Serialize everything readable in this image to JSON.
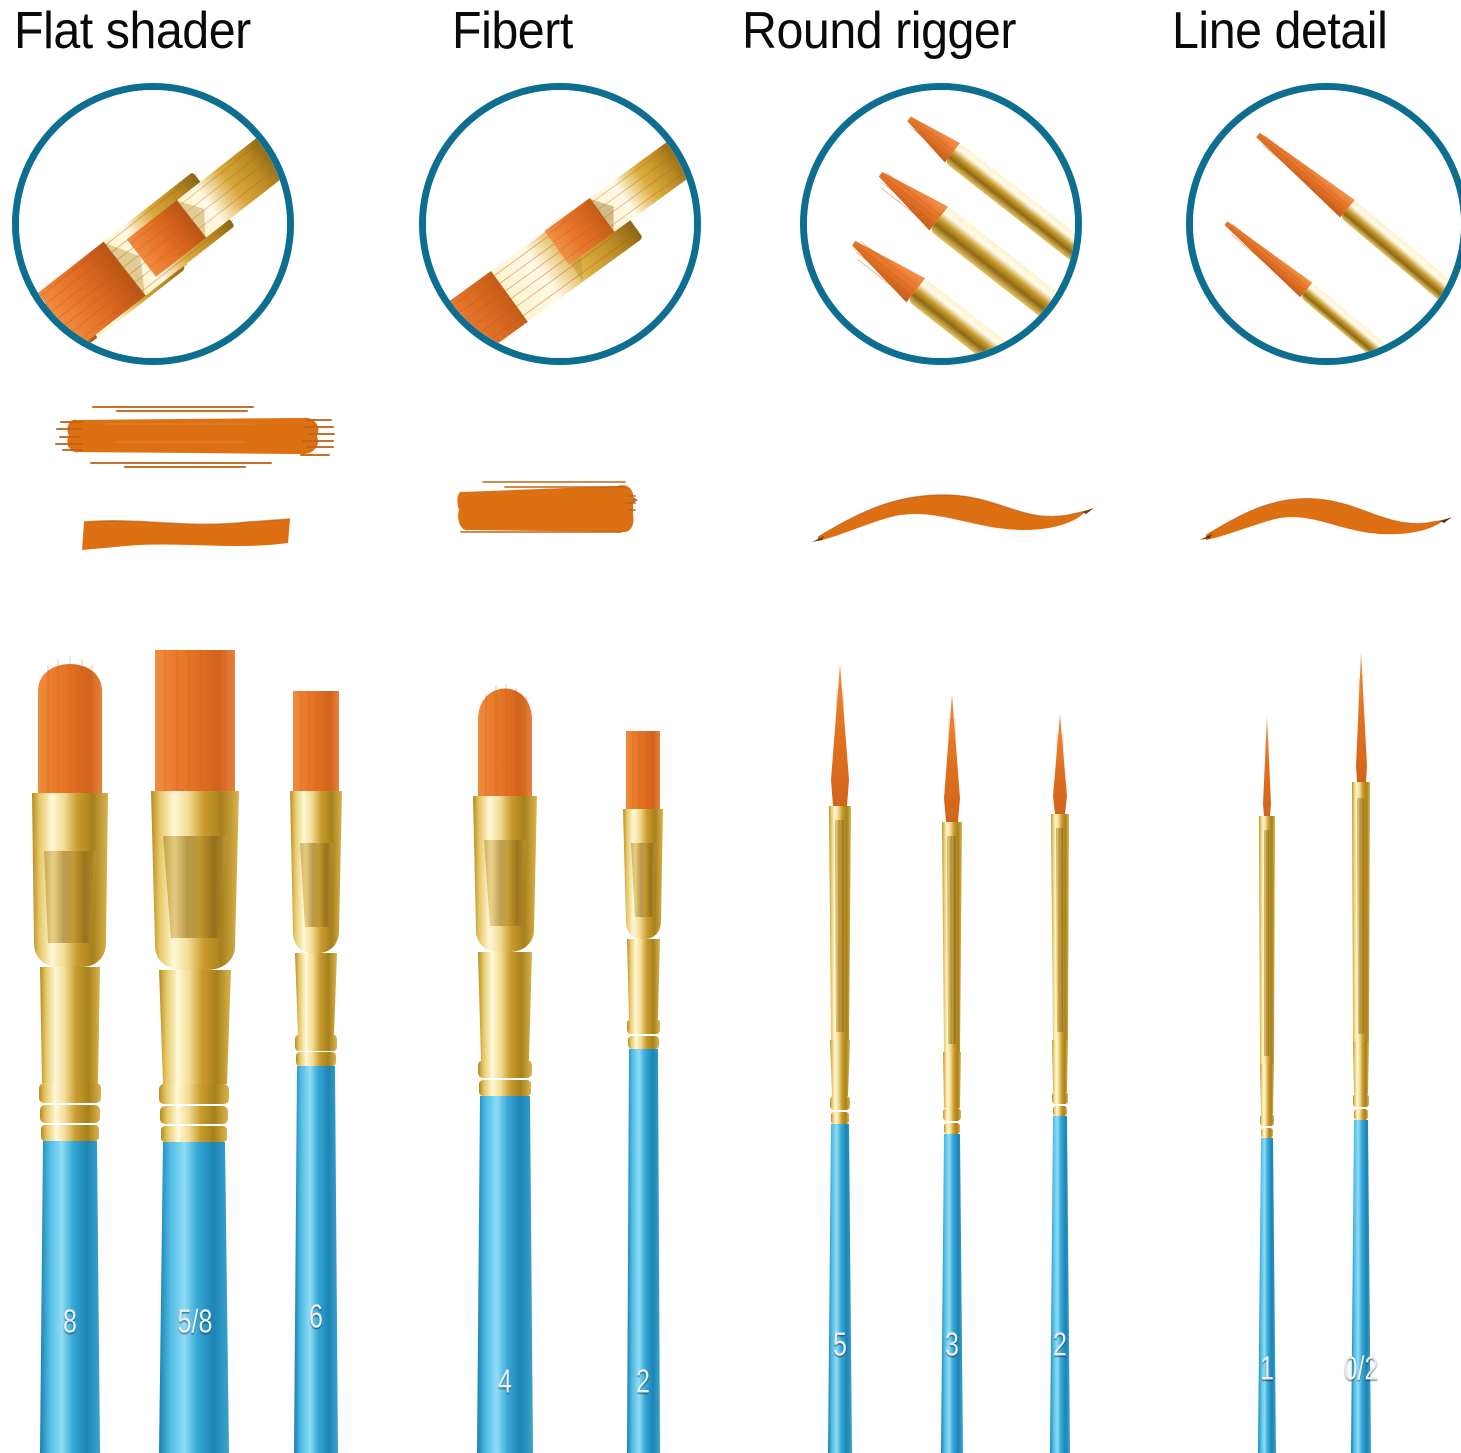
{
  "page": {
    "background": "#ffffff",
    "accent_ring_color": "#0d6e8f",
    "paint_color": "#de7014",
    "paint_color_dark": "#c25c0c",
    "handle_color": "#35a8d8",
    "ferrule_color": "#d9ac3d"
  },
  "groups": [
    {
      "id": "flat-shader",
      "label": "Flat shader",
      "inset_icon": "flat-brush-trio-photo",
      "swatch_icons": [
        "dry-brush-block-stroke",
        "flat-ribbon-stroke"
      ],
      "brushes": [
        {
          "size": "8",
          "tip": "oval-flat"
        },
        {
          "size": "5/8",
          "tip": "wide-flat"
        },
        {
          "size": "6",
          "tip": "narrow-flat"
        }
      ]
    },
    {
      "id": "filbert",
      "label": "Fibert",
      "inset_icon": "filbert-brush-pair-photo",
      "swatch_icons": [
        "solid-block-stroke"
      ],
      "brushes": [
        {
          "size": "4",
          "tip": "filbert"
        },
        {
          "size": "2",
          "tip": "small-flat"
        }
      ]
    },
    {
      "id": "round-rigger",
      "label": "Round rigger",
      "inset_icon": "round-brush-trio-photo",
      "swatch_icons": [
        "s-curve-stroke"
      ],
      "brushes": [
        {
          "size": "5",
          "tip": "round-point"
        },
        {
          "size": "3",
          "tip": "round-point"
        },
        {
          "size": "2",
          "tip": "round-point"
        }
      ]
    },
    {
      "id": "line-detail",
      "label": "Line detail",
      "inset_icon": "liner-brush-pair-photo",
      "swatch_icons": [
        "thin-s-curve-stroke"
      ],
      "brushes": [
        {
          "size": "1",
          "tip": "liner-point"
        },
        {
          "size": "0/2",
          "tip": "liner-point"
        }
      ]
    }
  ]
}
